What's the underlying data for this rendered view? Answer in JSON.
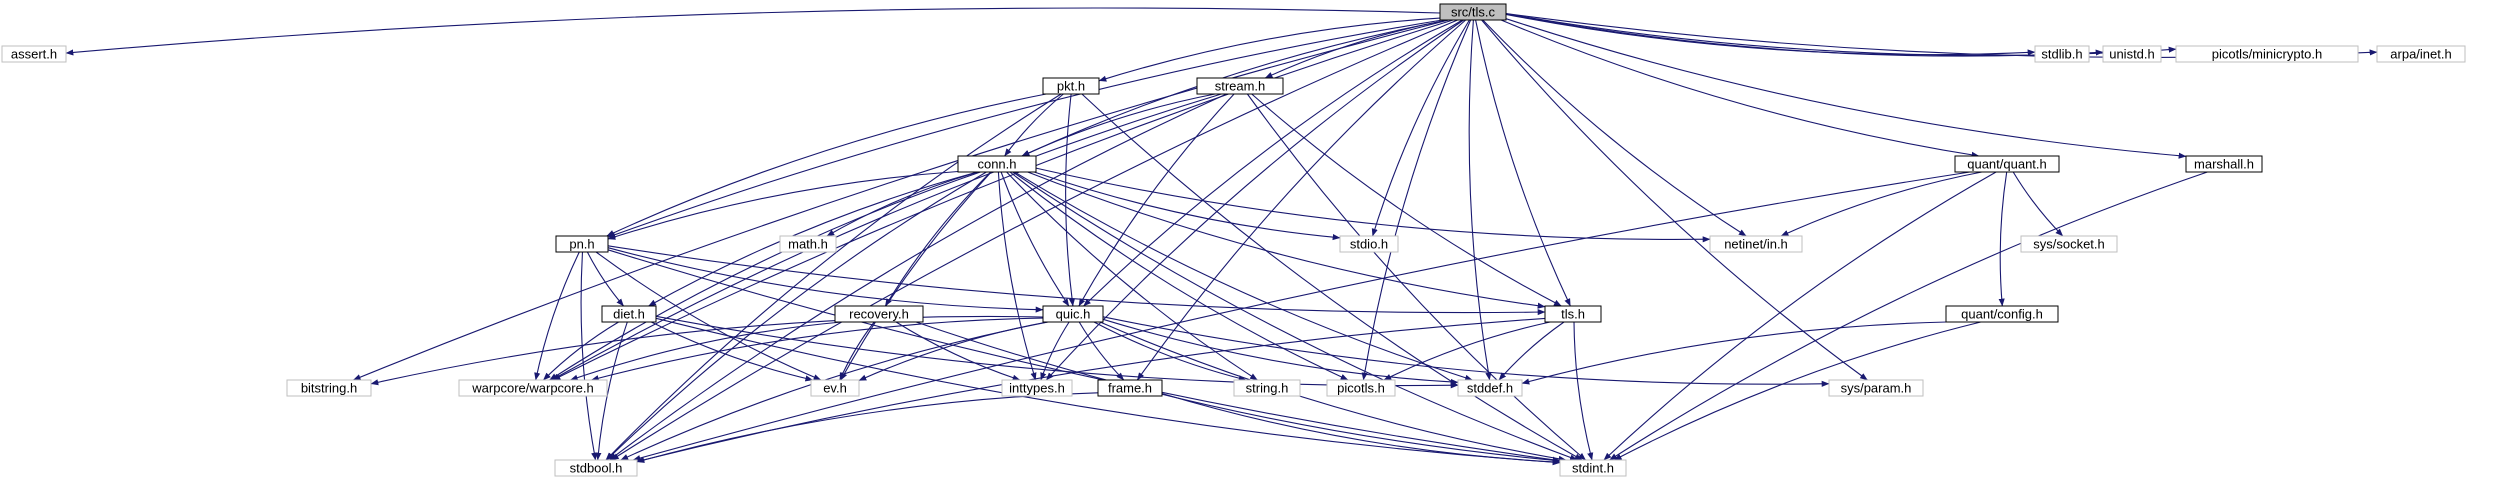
{
  "graph": {
    "root": "src/tls.c",
    "colors": {
      "edge": "#191970",
      "root_fill": "#bfbfbf",
      "external_border": "#bfbfbf",
      "internal_border": "#000000"
    },
    "nodes": [
      {
        "id": "tls_c",
        "label": "src/tls.c",
        "kind": "root"
      },
      {
        "id": "assert",
        "label": "assert.h",
        "kind": "external"
      },
      {
        "id": "pkt",
        "label": "pkt.h",
        "kind": "internal"
      },
      {
        "id": "stream",
        "label": "stream.h",
        "kind": "internal"
      },
      {
        "id": "stdlib",
        "label": "stdlib.h",
        "kind": "external"
      },
      {
        "id": "unistd",
        "label": "unistd.h",
        "kind": "external"
      },
      {
        "id": "minicrypto",
        "label": "picotls/minicrypto.h",
        "kind": "external"
      },
      {
        "id": "inet",
        "label": "arpa/inet.h",
        "kind": "external"
      },
      {
        "id": "conn",
        "label": "conn.h",
        "kind": "internal"
      },
      {
        "id": "quant",
        "label": "quant/quant.h",
        "kind": "internal"
      },
      {
        "id": "marshall",
        "label": "marshall.h",
        "kind": "internal"
      },
      {
        "id": "pn",
        "label": "pn.h",
        "kind": "internal"
      },
      {
        "id": "math",
        "label": "math.h",
        "kind": "external"
      },
      {
        "id": "stdio",
        "label": "stdio.h",
        "kind": "external"
      },
      {
        "id": "netinet",
        "label": "netinet/in.h",
        "kind": "external"
      },
      {
        "id": "socket",
        "label": "sys/socket.h",
        "kind": "external"
      },
      {
        "id": "diet",
        "label": "diet.h",
        "kind": "internal"
      },
      {
        "id": "recovery",
        "label": "recovery.h",
        "kind": "internal"
      },
      {
        "id": "quic",
        "label": "quic.h",
        "kind": "internal"
      },
      {
        "id": "tls_h",
        "label": "tls.h",
        "kind": "internal"
      },
      {
        "id": "config",
        "label": "quant/config.h",
        "kind": "internal"
      },
      {
        "id": "bitstring",
        "label": "bitstring.h",
        "kind": "external"
      },
      {
        "id": "warpcore",
        "label": "warpcore/warpcore.h",
        "kind": "external"
      },
      {
        "id": "ev",
        "label": "ev.h",
        "kind": "external"
      },
      {
        "id": "inttypes",
        "label": "inttypes.h",
        "kind": "external"
      },
      {
        "id": "frame",
        "label": "frame.h",
        "kind": "internal"
      },
      {
        "id": "string",
        "label": "string.h",
        "kind": "external"
      },
      {
        "id": "picotls",
        "label": "picotls.h",
        "kind": "external"
      },
      {
        "id": "stddef",
        "label": "stddef.h",
        "kind": "external"
      },
      {
        "id": "param",
        "label": "sys/param.h",
        "kind": "external"
      },
      {
        "id": "stdbool",
        "label": "stdbool.h",
        "kind": "external"
      },
      {
        "id": "stdint",
        "label": "stdint.h",
        "kind": "external"
      }
    ],
    "edges": [
      [
        "tls_c",
        "assert"
      ],
      [
        "tls_c",
        "pkt"
      ],
      [
        "tls_c",
        "stream"
      ],
      [
        "tls_c",
        "stdlib"
      ],
      [
        "tls_c",
        "unistd"
      ],
      [
        "tls_c",
        "minicrypto"
      ],
      [
        "tls_c",
        "inet"
      ],
      [
        "tls_c",
        "conn"
      ],
      [
        "tls_c",
        "quant"
      ],
      [
        "tls_c",
        "marshall"
      ],
      [
        "tls_c",
        "pn"
      ],
      [
        "tls_c",
        "stdio"
      ],
      [
        "tls_c",
        "netinet"
      ],
      [
        "tls_c",
        "quic"
      ],
      [
        "tls_c",
        "tls_h"
      ],
      [
        "tls_c",
        "frame"
      ],
      [
        "tls_c",
        "picotls"
      ],
      [
        "tls_c",
        "stddef"
      ],
      [
        "tls_c",
        "param"
      ],
      [
        "tls_c",
        "bitstring"
      ],
      [
        "tls_c",
        "warpcore"
      ],
      [
        "tls_c",
        "stdbool"
      ],
      [
        "tls_c",
        "inttypes"
      ],
      [
        "pkt",
        "conn"
      ],
      [
        "pkt",
        "pn"
      ],
      [
        "pkt",
        "quic"
      ],
      [
        "pkt",
        "stdbool"
      ],
      [
        "pkt",
        "stdint"
      ],
      [
        "stream",
        "conn"
      ],
      [
        "stream",
        "quic"
      ],
      [
        "stream",
        "tls_h"
      ],
      [
        "stream",
        "stdint"
      ],
      [
        "stream",
        "warpcore"
      ],
      [
        "stream",
        "stdbool"
      ],
      [
        "conn",
        "pn"
      ],
      [
        "conn",
        "diet"
      ],
      [
        "conn",
        "recovery"
      ],
      [
        "conn",
        "quic"
      ],
      [
        "conn",
        "tls_h"
      ],
      [
        "conn",
        "math"
      ],
      [
        "conn",
        "stdio"
      ],
      [
        "conn",
        "netinet"
      ],
      [
        "conn",
        "inttypes"
      ],
      [
        "conn",
        "string"
      ],
      [
        "conn",
        "picotls"
      ],
      [
        "conn",
        "stdint"
      ],
      [
        "conn",
        "stdbool"
      ],
      [
        "conn",
        "warpcore"
      ],
      [
        "conn",
        "ev"
      ],
      [
        "conn",
        "stddef"
      ],
      [
        "pn",
        "diet"
      ],
      [
        "pn",
        "quic"
      ],
      [
        "pn",
        "tls_h"
      ],
      [
        "pn",
        "warpcore"
      ],
      [
        "pn",
        "ev"
      ],
      [
        "pn",
        "stdbool"
      ],
      [
        "pn",
        "stdint"
      ],
      [
        "diet",
        "warpcore"
      ],
      [
        "diet",
        "ev"
      ],
      [
        "diet",
        "stddef"
      ],
      [
        "diet",
        "stdbool"
      ],
      [
        "diet",
        "stdint"
      ],
      [
        "recovery",
        "warpcore"
      ],
      [
        "recovery",
        "ev"
      ],
      [
        "recovery",
        "inttypes"
      ],
      [
        "recovery",
        "stdint"
      ],
      [
        "quic",
        "bitstring"
      ],
      [
        "quic",
        "warpcore"
      ],
      [
        "quic",
        "ev"
      ],
      [
        "quic",
        "inttypes"
      ],
      [
        "quic",
        "frame"
      ],
      [
        "quic",
        "string"
      ],
      [
        "quic",
        "stddef"
      ],
      [
        "quic",
        "param"
      ],
      [
        "quic",
        "stdbool"
      ],
      [
        "quic",
        "stdint"
      ],
      [
        "tls_h",
        "picotls"
      ],
      [
        "tls_h",
        "stddef"
      ],
      [
        "tls_h",
        "stdbool"
      ],
      [
        "tls_h",
        "stdint"
      ],
      [
        "quant",
        "netinet"
      ],
      [
        "quant",
        "socket"
      ],
      [
        "quant",
        "config"
      ],
      [
        "quant",
        "stdint"
      ],
      [
        "quant",
        "stdbool"
      ],
      [
        "config",
        "stddef"
      ],
      [
        "config",
        "stdint"
      ],
      [
        "marshall",
        "stdint"
      ],
      [
        "frame",
        "stdbool"
      ],
      [
        "frame",
        "stdint"
      ]
    ]
  }
}
